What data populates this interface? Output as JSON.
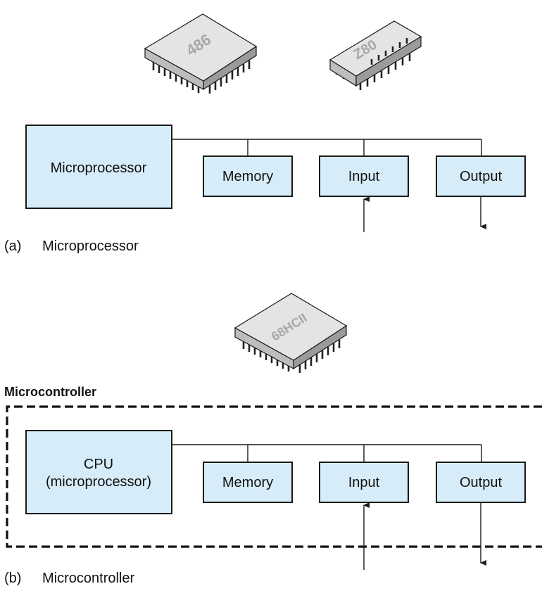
{
  "panel_a": {
    "chips": {
      "chip1": "486",
      "chip2": "Z80"
    },
    "blocks": {
      "processor": "Microprocessor",
      "memory": "Memory",
      "input": "Input",
      "output": "Output"
    },
    "caption_letter": "(a)",
    "caption_text": "Microprocessor"
  },
  "panel_b": {
    "chips": {
      "chip1": "68HCII"
    },
    "boundary_title": "Microcontroller",
    "blocks": {
      "cpu_line1": "CPU",
      "cpu_line2": "(microprocessor)",
      "memory": "Memory",
      "input": "Input",
      "output": "Output"
    },
    "caption_letter": "(b)",
    "caption_text": "Microcontroller"
  },
  "colors": {
    "block_fill": "#d6ecf8",
    "line": "#1a1a1a",
    "chip_label": "#a8a8a8"
  }
}
